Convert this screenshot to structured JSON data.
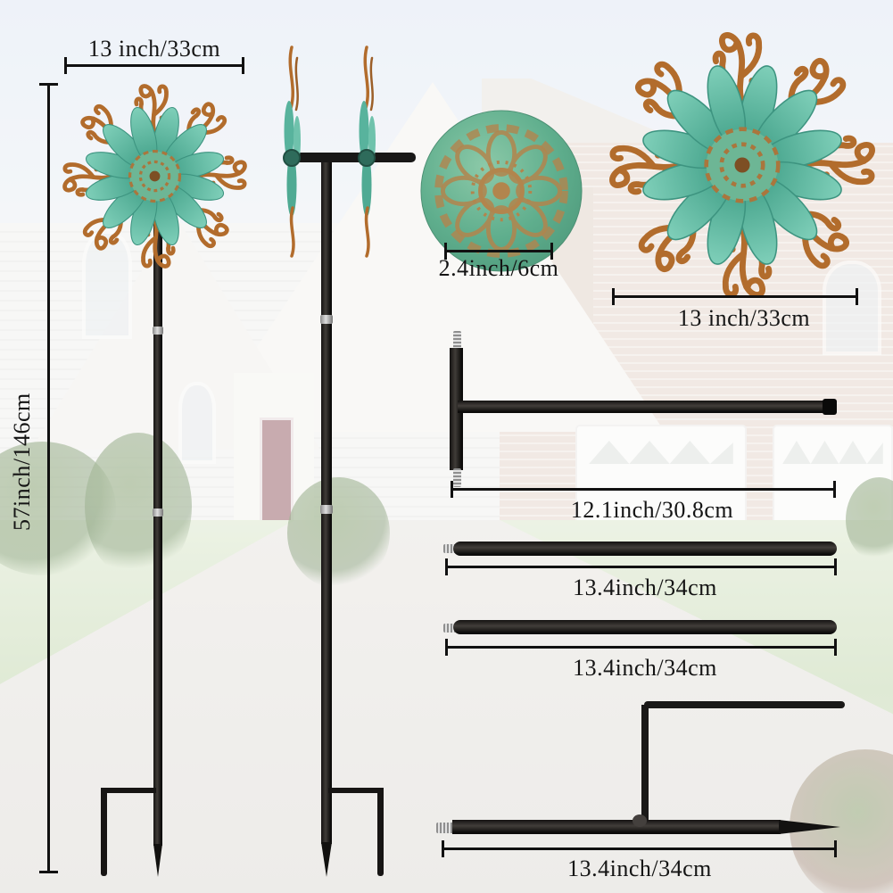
{
  "colors": {
    "teal_petal": "#56b29b",
    "copper": "#b26c2c",
    "patina_hub": "#6db695",
    "metal_black": "#1b1a19",
    "annotation_text": "#141414"
  },
  "dimensions": {
    "left_spinner_width": "13 inch/33cm",
    "pole_height": "57inch/146cm",
    "medallion_diameter": "2.4inch/6cm",
    "right_spinner_width": "13 inch/33cm",
    "t_connector_rod": "12.1inch/30.8cm",
    "extension_rod_1": "13.4inch/34cm",
    "extension_rod_2": "13.4inch/34cm",
    "ground_stake": "13.4inch/34cm"
  }
}
